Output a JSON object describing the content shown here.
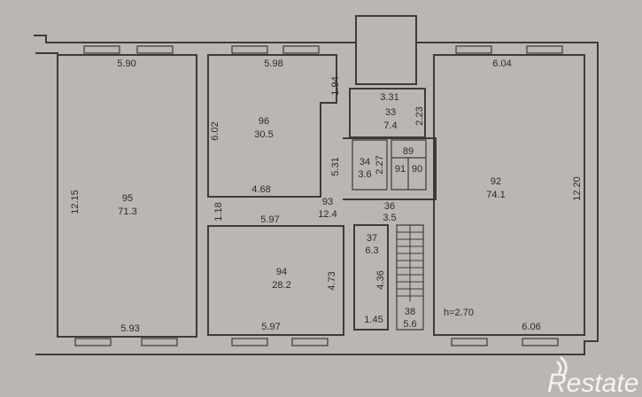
{
  "plan": {
    "rooms": [
      {
        "number": "95",
        "area": "71.3"
      },
      {
        "number": "96",
        "area": "30.5"
      },
      {
        "number": "94",
        "area": "28.2"
      },
      {
        "number": "93",
        "area": "12.4"
      },
      {
        "number": "33",
        "area": "7.4"
      },
      {
        "number": "34",
        "area": "3.6"
      },
      {
        "number": "89"
      },
      {
        "number": "91"
      },
      {
        "number": "90"
      },
      {
        "number": "36",
        "area": "3.5"
      },
      {
        "number": "37",
        "area": "6.3"
      },
      {
        "number": "38",
        "area": "5.6"
      },
      {
        "number": "92",
        "area": "74.1"
      }
    ],
    "dimensions": {
      "d590": "5.90",
      "d1215": "12.15",
      "d593": "5.93",
      "d598": "5.98",
      "d194": "1.94",
      "d602": "6.02",
      "d468": "4.68",
      "d118": "1.18",
      "d597a": "5.97",
      "d473": "4.73",
      "d597b": "5.97",
      "d531": "5.31",
      "d331": "3.31",
      "d223": "2.23",
      "d227": "2.27",
      "d436": "4.36",
      "d145": "1.45",
      "d604": "6.04",
      "d1220": "12.20",
      "d606": "6.06",
      "height": "h=2.70"
    }
  },
  "watermark": {
    "brand": "Restate"
  }
}
